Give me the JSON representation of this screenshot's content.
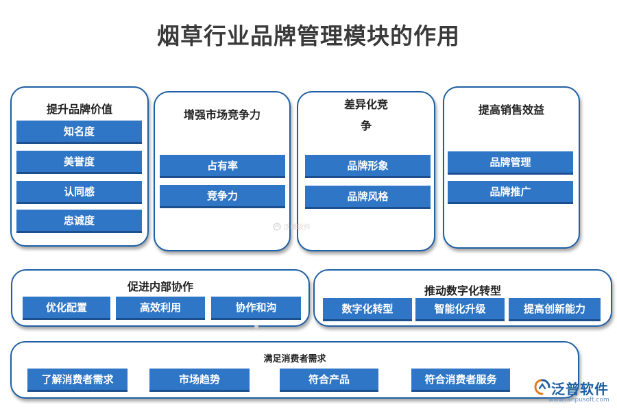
{
  "title": "烟草行业品牌管理模块的作用",
  "sections": {
    "brand_value": {
      "title": "提升品牌价值",
      "items": [
        "知名度",
        "美誉度",
        "认同感",
        "忠诚度"
      ]
    },
    "competitiveness": {
      "title": "增强市场竞争力",
      "items": [
        "占有率",
        "竞争力"
      ]
    },
    "differentiation": {
      "title_line1": "差异化竞",
      "title_line2": "争",
      "items": [
        "品牌形象",
        "品牌风格"
      ]
    },
    "sales": {
      "title": "提高销售效益",
      "items": [
        "品牌管理",
        "品牌推广"
      ]
    },
    "collaboration": {
      "title": "促进内部协作",
      "items": [
        "优化配置",
        "高效利用",
        "协作和沟"
      ]
    },
    "digital": {
      "title": "推动数字化转型",
      "items": [
        "数字化转型",
        "智能化升级",
        "提高创新能力"
      ]
    },
    "consumer": {
      "title": "满足消费者需求",
      "items": [
        "了解消费者需求",
        "市场趋势",
        "符合产品",
        "符合消费者服务"
      ]
    }
  },
  "watermark": {
    "text": "泛普软件"
  },
  "logo": {
    "name": "泛普软件",
    "url": "www.fanpusoft.com"
  },
  "colors": {
    "chip": "#2f76c6",
    "border": "#1f5fa3",
    "title": "#3a3a3a"
  }
}
